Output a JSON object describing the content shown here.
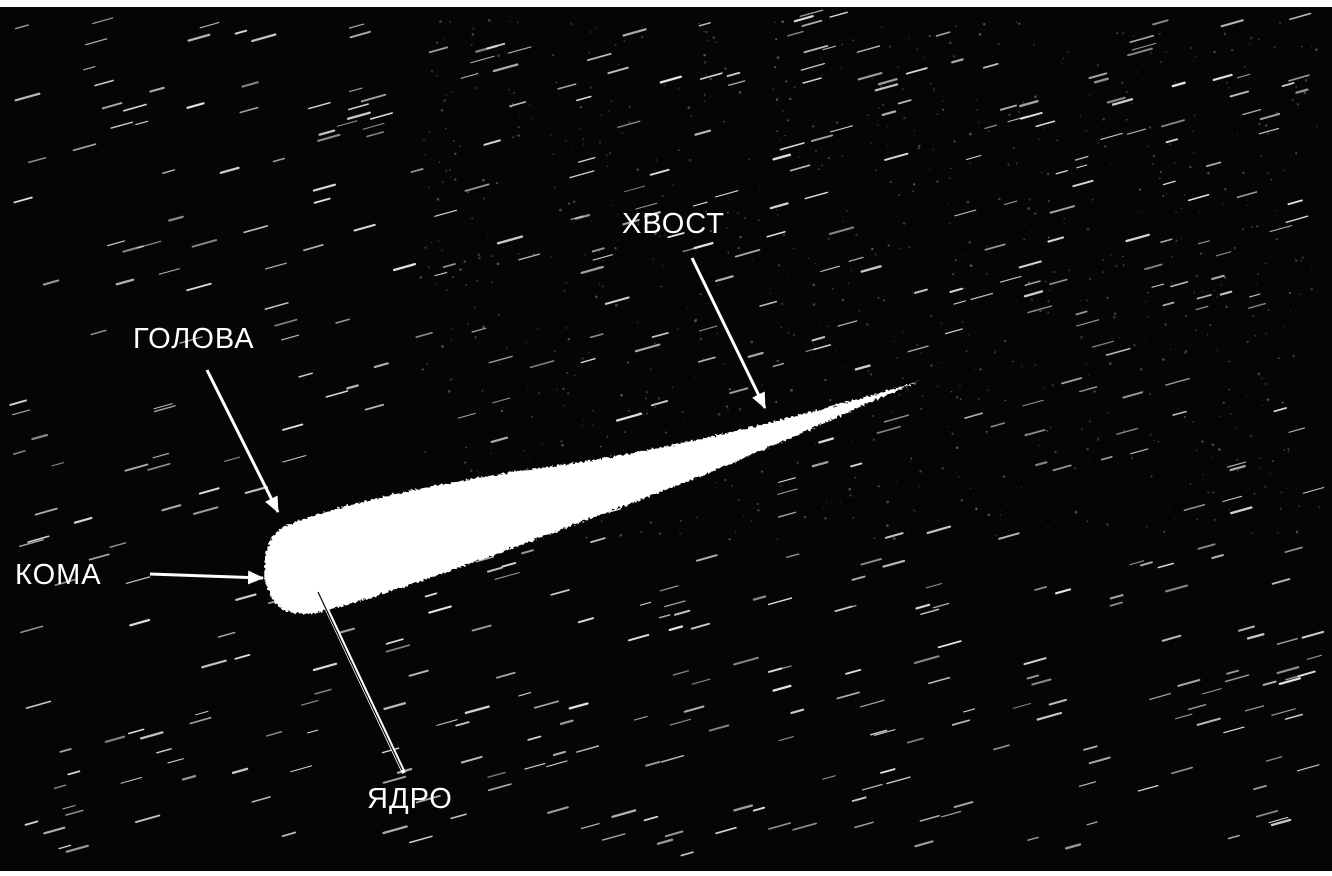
{
  "labels": {
    "tail": "ХВОСТ",
    "head": "ГОЛОВА",
    "coma": "КОМА",
    "nucleus": "ЯДРО"
  },
  "colors": {
    "sky": "#050505",
    "comet": "#ffffff",
    "label": "#ffffff",
    "arrow": "#ffffff",
    "star_streak": "#e6e6e6",
    "border": "#ffffff"
  }
}
